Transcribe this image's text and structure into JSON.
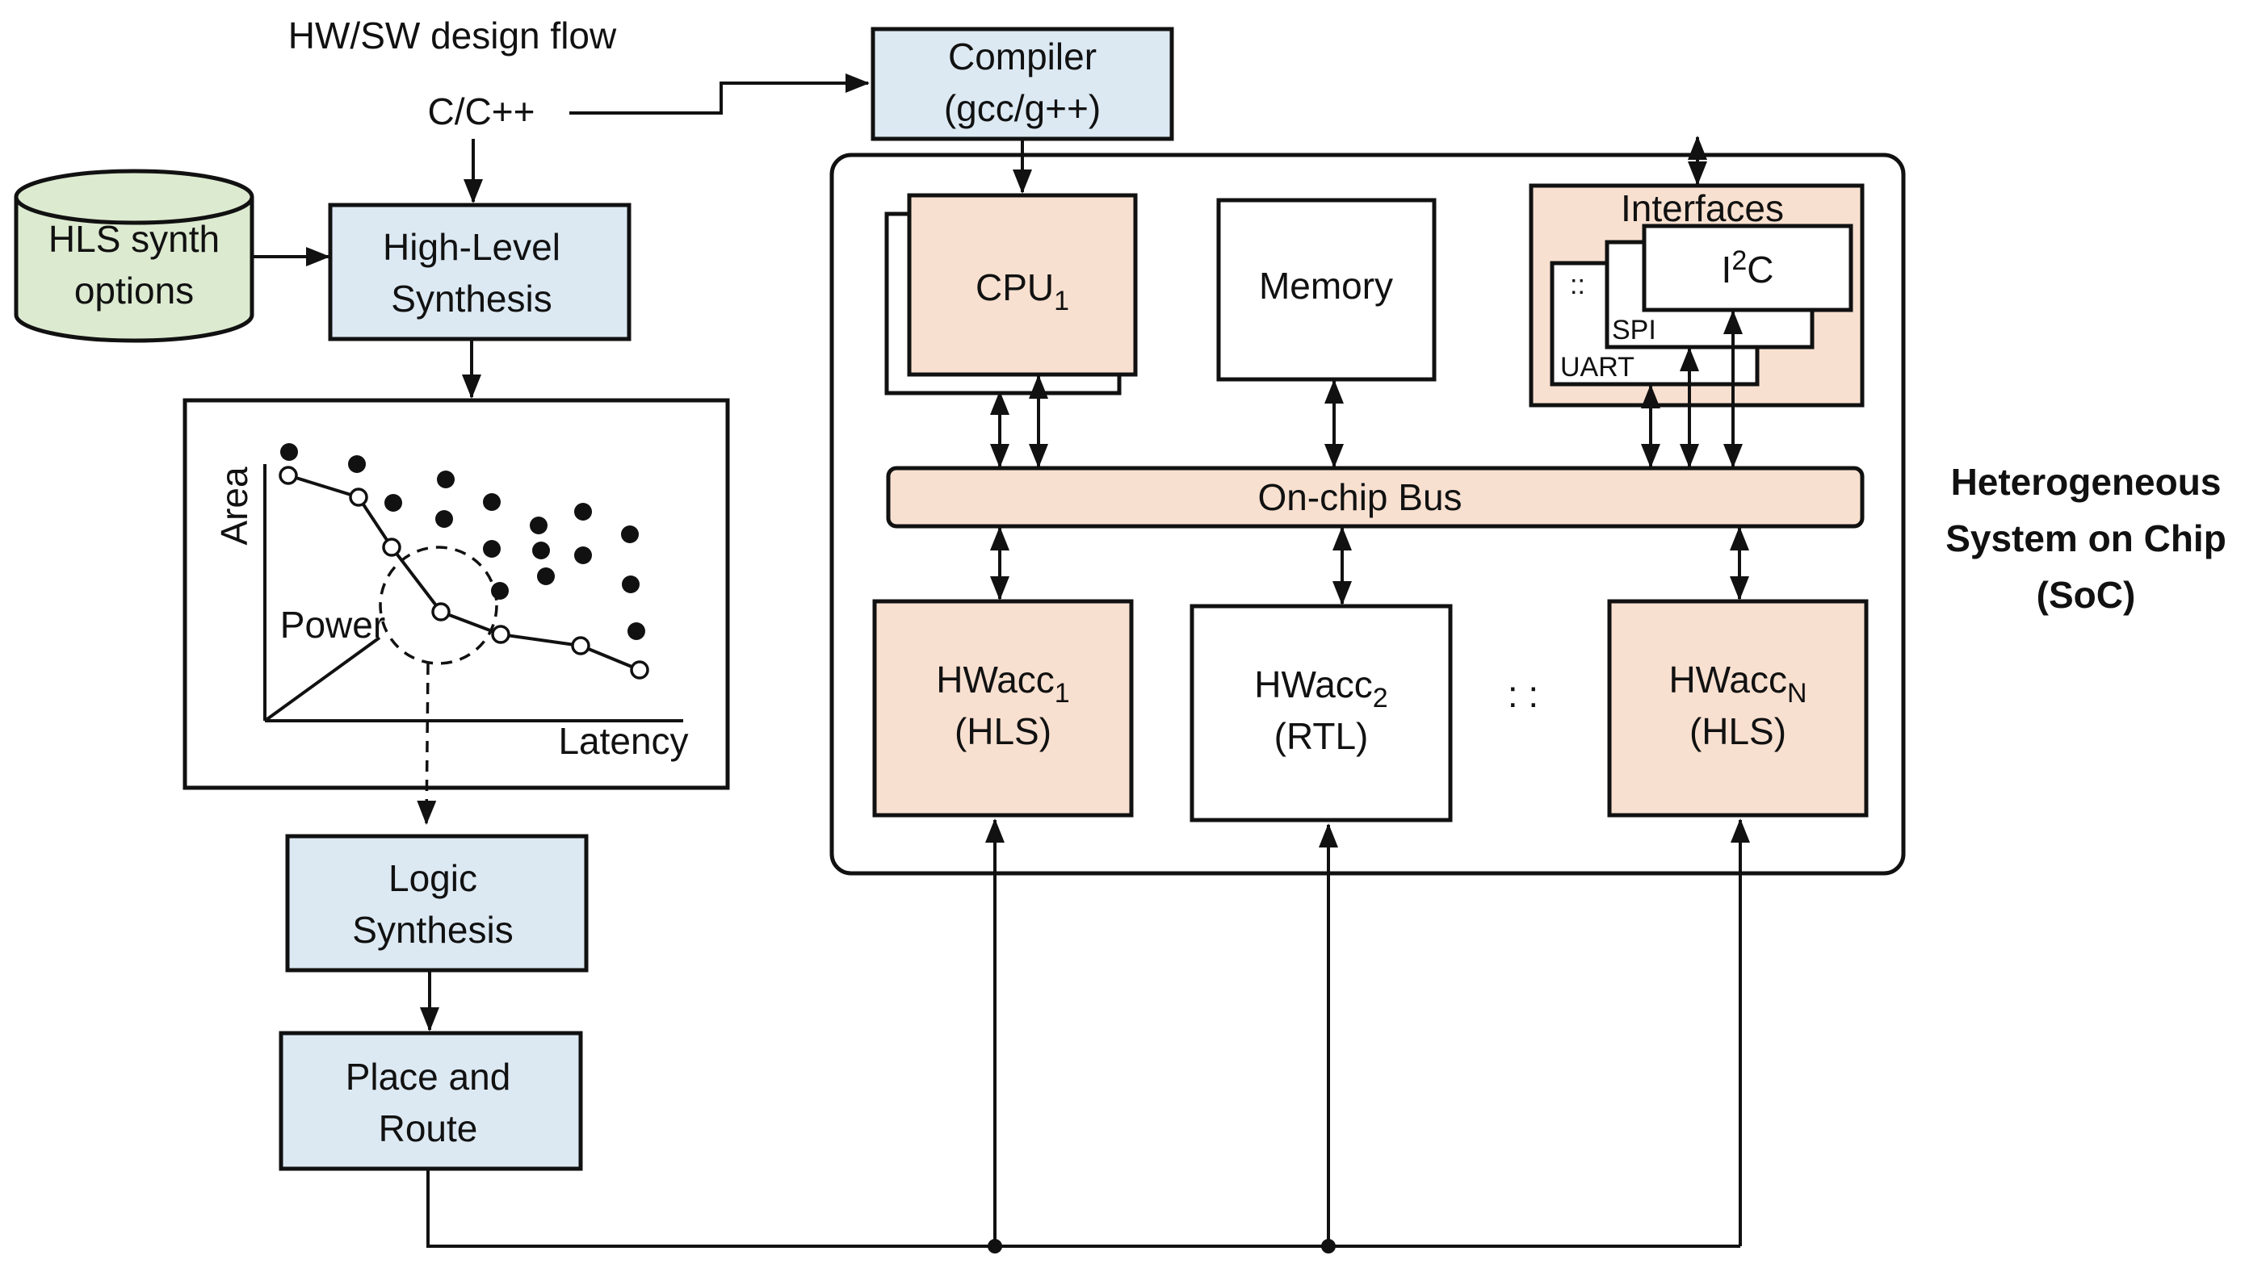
{
  "flow_title": "HW/SW design flow",
  "source_label": "C/C++",
  "compiler": {
    "line1": "Compiler",
    "line2": "(gcc/g++)"
  },
  "hls_options": {
    "line1": "HLS synth",
    "line2": "options"
  },
  "high_level_synthesis": {
    "line1": "High-Level",
    "line2": "Synthesis"
  },
  "dse_plot": {
    "ylabel": "Area",
    "xlabel": "Latency",
    "zlabel": "Power"
  },
  "logic_synthesis": {
    "line1": "Logic",
    "line2": "Synthesis"
  },
  "place_and_route": {
    "line1": "Place and",
    "line2": "Route"
  },
  "soc": {
    "cpu": {
      "base": "CPU",
      "sub": "1"
    },
    "memory": "Memory",
    "interfaces": {
      "title": "Interfaces",
      "i2c_base": "I",
      "i2c_sup": "2",
      "i2c_tail": "C",
      "spi": "SPI",
      "uart": "UART",
      "dots": "::"
    },
    "bus": "On-chip Bus",
    "hwacc1": {
      "base": "HWacc",
      "sub": "1",
      "kind": "(HLS)"
    },
    "hwacc2": {
      "base": "HWacc",
      "sub": "2",
      "kind": "(RTL)"
    },
    "hwaccn": {
      "base": "HWacc",
      "sub": "N",
      "kind": "(HLS)"
    },
    "ellipsis": ": :"
  },
  "soc_title": {
    "line1": "Heterogeneous",
    "line2": "System on Chip",
    "line3": "(SoC)"
  },
  "colors": {
    "flow_box": "#dce9f3",
    "component_box": "#f8e0d0",
    "options_cylinder": "#dcead0"
  }
}
